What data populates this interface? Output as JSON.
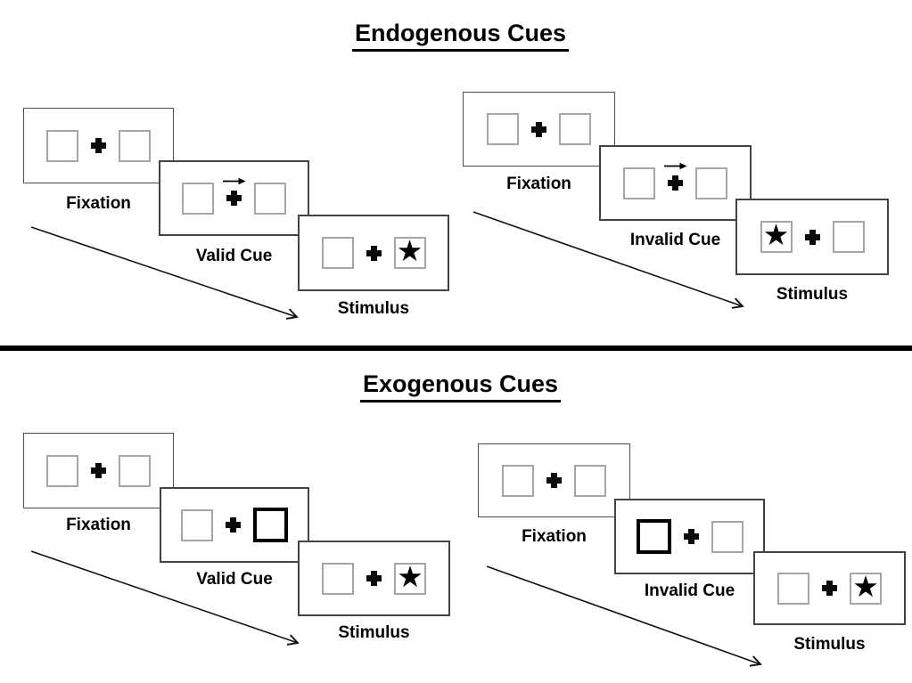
{
  "colors": {
    "ink": "#000000",
    "panel_border": "#4d4d4d",
    "placeholder_box_border": "#a6a6a6",
    "cue_box_border": "#000000",
    "divider": "#000000"
  },
  "glyphs": {
    "star": "★"
  },
  "sections": [
    {
      "id": "endogenous",
      "title": "Endogenous Cues",
      "cue_style": "central arrow above fixation cross",
      "groups": [
        {
          "name": "valid",
          "cue_arrow_direction": "right",
          "star_side": "right",
          "steps": [
            "Fixation",
            "Valid Cue",
            "Stimulus"
          ]
        },
        {
          "name": "invalid",
          "cue_arrow_direction": "right",
          "star_side": "left",
          "steps": [
            "Fixation",
            "Invalid Cue",
            "Stimulus"
          ]
        }
      ]
    },
    {
      "id": "exogenous",
      "title": "Exogenous Cues",
      "cue_style": "thickened peripheral box",
      "groups": [
        {
          "name": "valid",
          "cued_box_side": "right",
          "star_side": "right",
          "steps": [
            "Fixation",
            "Valid Cue",
            "Stimulus"
          ]
        },
        {
          "name": "invalid",
          "cued_box_side": "left",
          "star_side": "right",
          "steps": [
            "Fixation",
            "Invalid Cue",
            "Stimulus"
          ]
        }
      ]
    }
  ]
}
